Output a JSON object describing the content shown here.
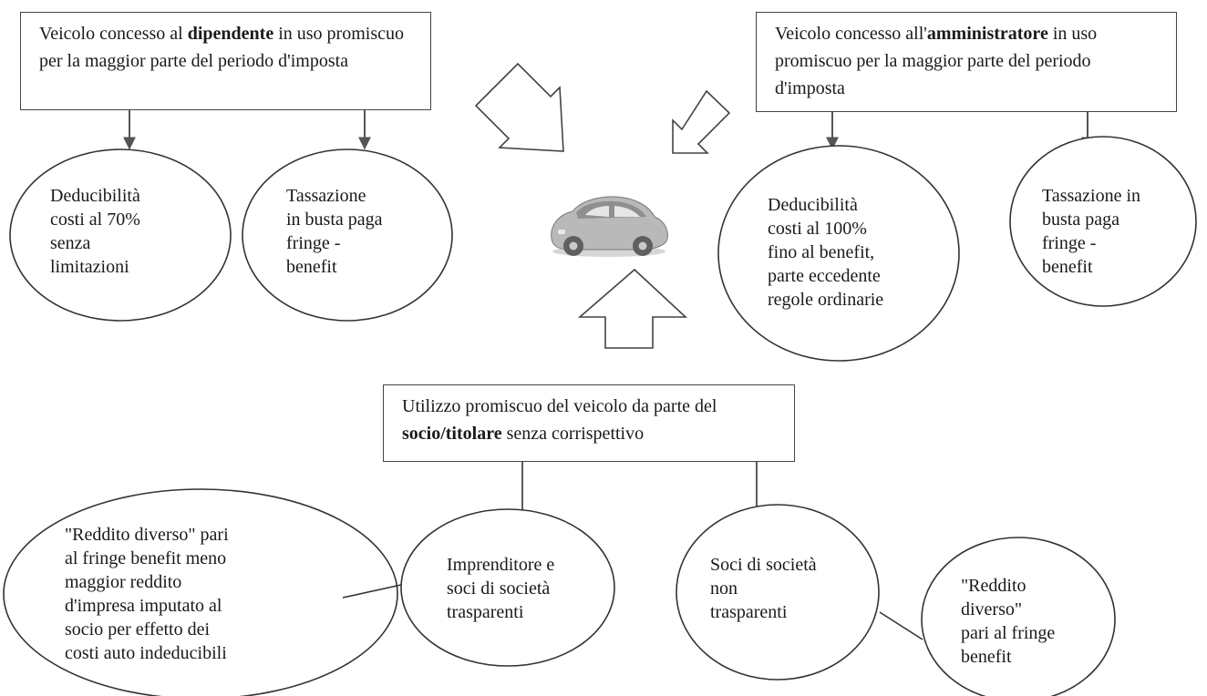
{
  "box_dipendente": {
    "pre": "Veicolo concesso al ",
    "bold": "dipendente",
    "post": " in uso promiscuo per la maggior parte del periodo d'imposta"
  },
  "box_amministratore": {
    "pre": "Veicolo concesso all'",
    "bold": "amministratore",
    "post": " in uso promiscuo per la maggior parte del periodo d'imposta"
  },
  "box_socio": {
    "pre": "Utilizzo promiscuo del veicolo da parte del ",
    "bold": "socio/titolare",
    "post": " senza corrispettivo"
  },
  "ellipses": {
    "dip_deducibilita": "Deducibilità\ncosti al 70%\nsenza\nlimitazioni",
    "dip_tassazione": "Tassazione\nin busta paga\nfringe -\nbenefit",
    "amm_deducibilita": "Deducibilità\ncosti al 100%\nfino al benefit,\nparte eccedente\nregole ordinarie",
    "amm_tassazione": "Tassazione in\nbusta paga\nfringe -\nbenefit",
    "reddito_diverso_meno": "\"Reddito diverso\" pari\nal fringe benefit meno\nmaggior reddito\nd'impresa imputato al\nsocio per effetto dei\ncosti auto indeducibili",
    "imprenditore": "Imprenditore e\nsoci di società\ntrasparenti",
    "soci_non_trasparenti": "Soci di società\nnon\ntrasparenti",
    "reddito_diverso": "\"Reddito\ndiverso\"\npari al fringe\nbenefit"
  },
  "colors": {
    "line": "#555555",
    "car_body": "#b9b9b9",
    "car_dark": "#6f6f6f"
  }
}
